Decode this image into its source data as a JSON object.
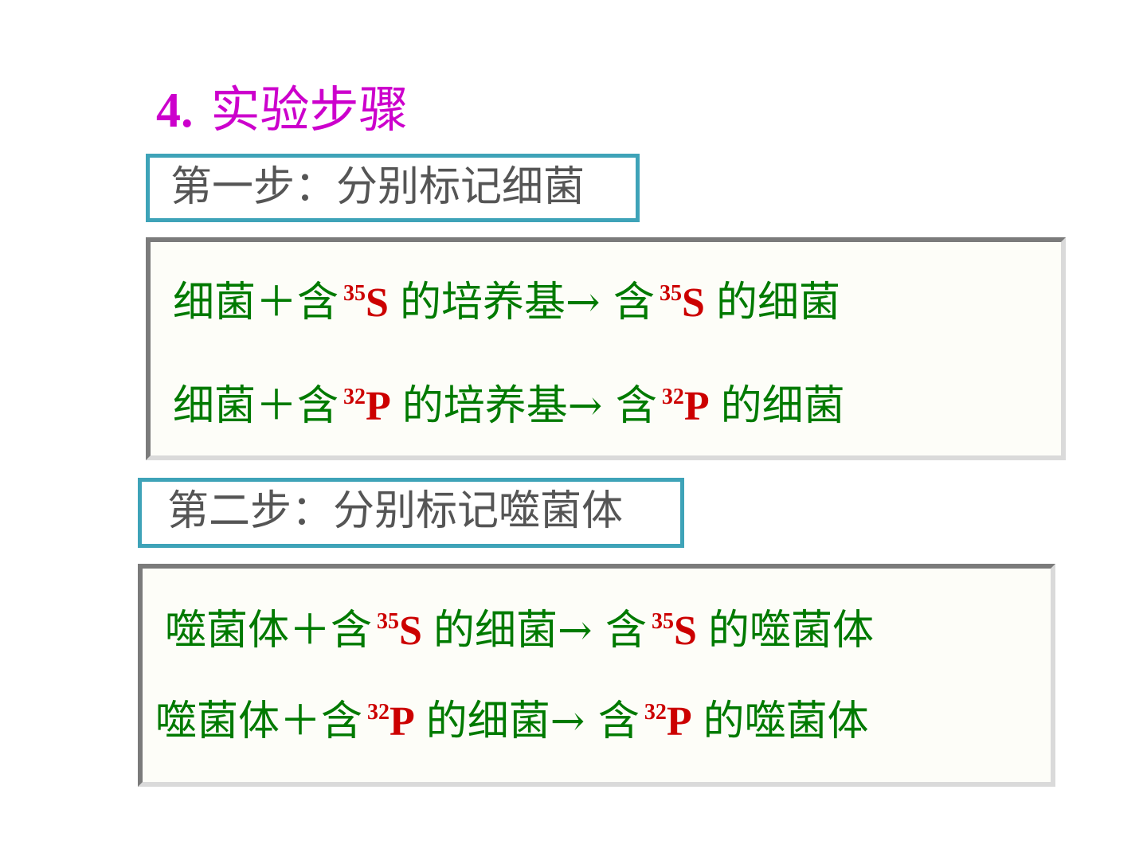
{
  "heading": {
    "number": "4.",
    "title": "实验步骤"
  },
  "step1": {
    "label": "第一步：分别标记细菌",
    "equations": [
      {
        "prefix": "细菌＋含",
        "mass_a": "35",
        "sym_a": "S",
        "middle": "的培养基→ 含",
        "mass_b": "35",
        "sym_b": "S",
        "suffix": "的细菌"
      },
      {
        "prefix": "细菌＋含",
        "mass_a": "32",
        "sym_a": "P",
        "middle": "的培养基→ 含",
        "mass_b": "32",
        "sym_b": "P",
        "suffix": "的细菌"
      }
    ]
  },
  "step2": {
    "label": "第二步：分别标记噬菌体",
    "equations": [
      {
        "prefix": "噬菌体＋含",
        "mass_a": "35",
        "sym_a": "S",
        "middle": "的细菌→ 含",
        "mass_b": "35",
        "sym_b": "S",
        "suffix": "的噬菌体"
      },
      {
        "prefix": "噬菌体＋含",
        "mass_a": "32",
        "sym_a": "P",
        "middle": "的细菌→ 含",
        "mass_b": "32",
        "sym_b": "P",
        "suffix": "的噬菌体"
      }
    ]
  },
  "colors": {
    "heading": "#cc00cc",
    "label_border": "#3ea3b8",
    "label_text": "#555555",
    "equation_text": "#007a00",
    "isotope": "#cc0000"
  }
}
